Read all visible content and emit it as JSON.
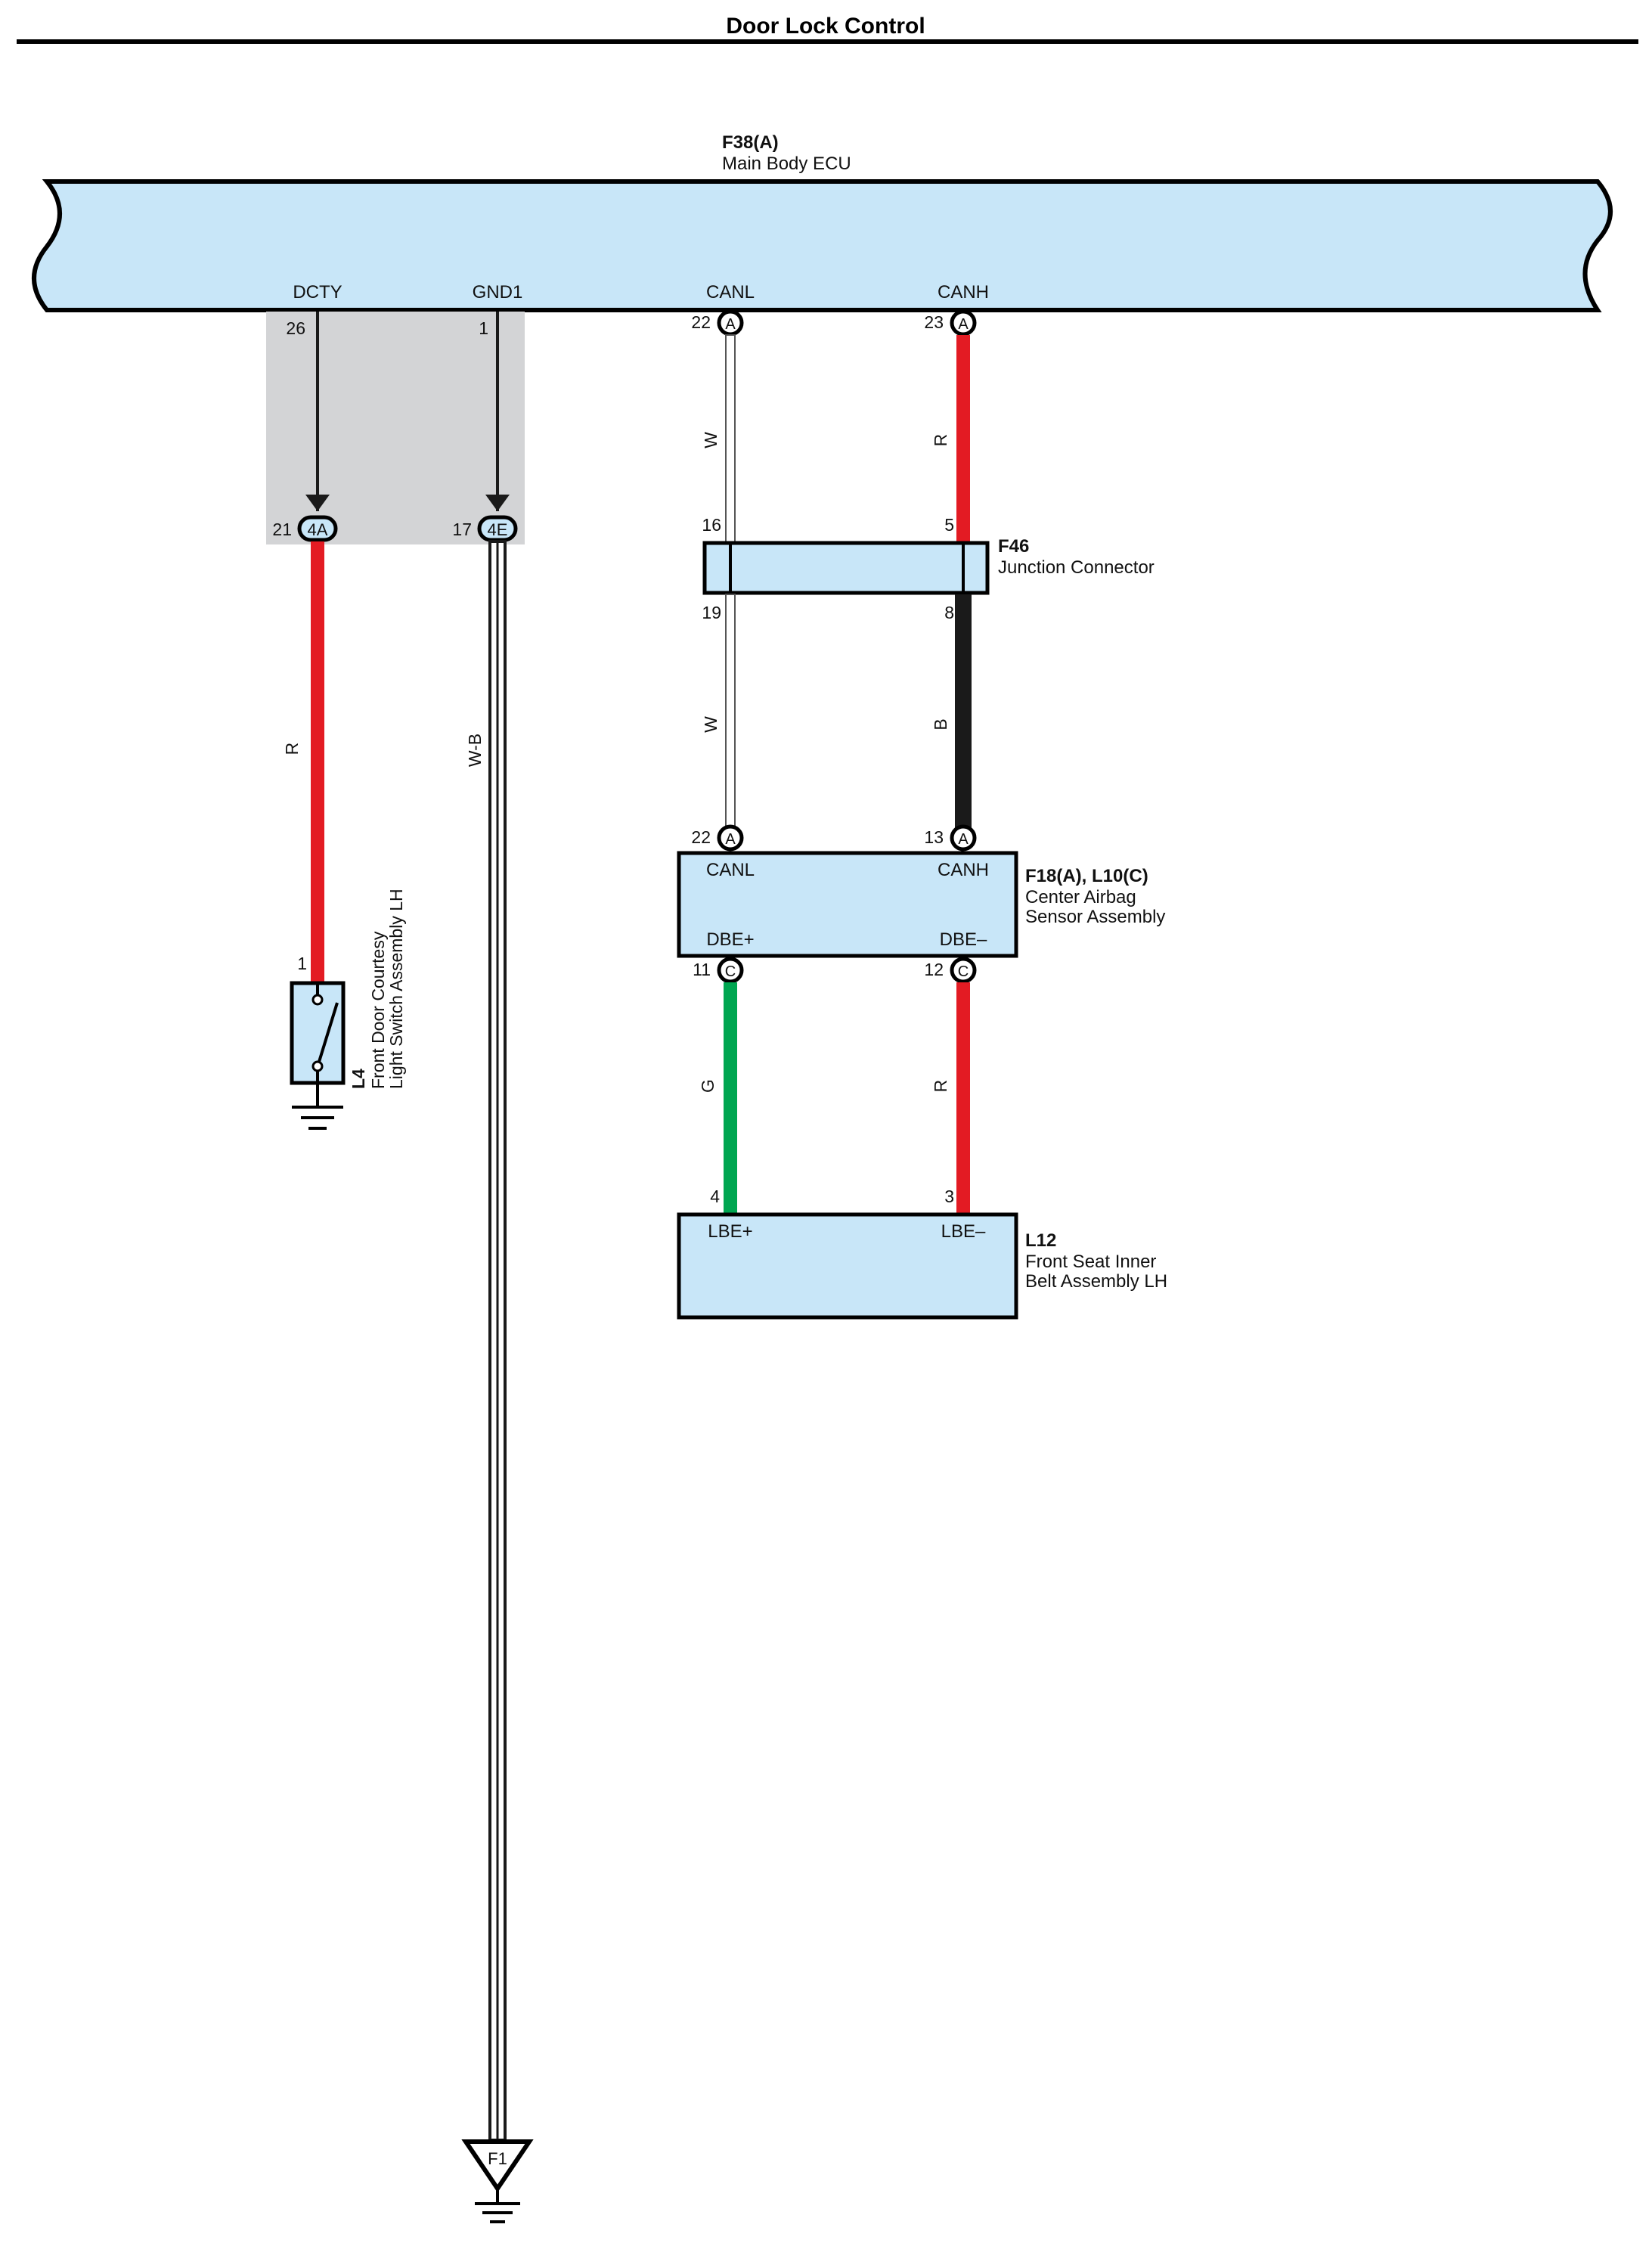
{
  "title": "Door Lock Control",
  "colors": {
    "component_fill": "#c8e6f8",
    "shield_fill": "#d3d4d6",
    "red": "#e31b23",
    "black": "#1a1a1a",
    "green": "#00a651",
    "white_wire": "#ffffff"
  },
  "ecu": {
    "code": "F38(A)",
    "name": "Main Body ECU",
    "pins": [
      {
        "name": "DCTY",
        "num": "26"
      },
      {
        "name": "GND1",
        "num": "1"
      },
      {
        "name": "CANL",
        "num": "22",
        "conn": "A"
      },
      {
        "name": "CANH",
        "num": "23",
        "conn": "A"
      }
    ]
  },
  "inline_connectors": [
    {
      "pin": "21",
      "code": "4A"
    },
    {
      "pin": "17",
      "code": "4E"
    }
  ],
  "wires": {
    "dcty": "R",
    "gnd": "W-B",
    "canl_upper": "W",
    "canh_upper": "R",
    "canl_lower": "W",
    "canh_lower": "B",
    "dbe_plus": "G",
    "dbe_minus": "R"
  },
  "junction": {
    "code": "F46",
    "name": "Junction Connector",
    "pins": {
      "top_left": "16",
      "top_right": "5",
      "bottom_left": "19",
      "bottom_right": "8"
    }
  },
  "airbag": {
    "code": "F18(A), L10(C)",
    "name_line1": "Center Airbag",
    "name_line2": "Sensor Assembly",
    "top_pins": [
      {
        "num": "22",
        "conn": "A",
        "label": "CANL"
      },
      {
        "num": "13",
        "conn": "A",
        "label": "CANH"
      }
    ],
    "bottom_pins": [
      {
        "num": "11",
        "conn": "C",
        "label": "DBE+"
      },
      {
        "num": "12",
        "conn": "C",
        "label": "DBE–"
      }
    ]
  },
  "belt": {
    "code": "L12",
    "name_line1": "Front Seat Inner",
    "name_line2": "Belt Assembly LH",
    "pins": [
      {
        "num": "4",
        "label": "LBE+"
      },
      {
        "num": "3",
        "label": "LBE–"
      }
    ]
  },
  "switch": {
    "code": "L4",
    "name_line1": "Front Door Courtesy",
    "name_line2": "Light Switch Assembly LH",
    "pin": "1"
  },
  "ground_point": "F1"
}
